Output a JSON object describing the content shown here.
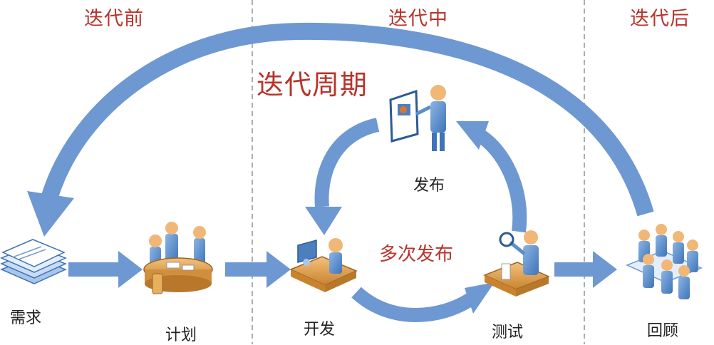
{
  "phases": {
    "before": "迭代前",
    "during": "迭代中",
    "after": "迭代后"
  },
  "cycle_label": "迭代周期",
  "multi_release_label": "多次发布",
  "nodes": {
    "requirements": "需求",
    "plan": "计划",
    "develop": "开发",
    "test": "测试",
    "release": "发布",
    "review": "回顾"
  },
  "colors": {
    "arrow": "#6e98d2",
    "accent_text": "#b8332a",
    "person_body": "#5b8fcb",
    "person_head": "#f1b777",
    "desk": "#e2a34f"
  }
}
